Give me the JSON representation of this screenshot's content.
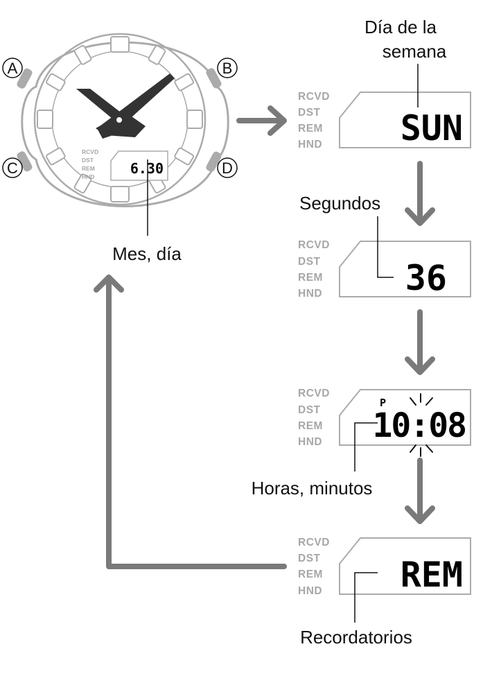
{
  "watch": {
    "buttons": [
      "A",
      "B",
      "C",
      "D"
    ],
    "indicators": [
      "RCVD",
      "DST",
      "REM",
      "HND"
    ],
    "display": "6.30",
    "label": "Mes, día"
  },
  "screens": [
    {
      "id": "day-of-week",
      "indicators": [
        "RCVD",
        "DST",
        "REM",
        "HND"
      ],
      "display": "SUN",
      "label_lines": [
        "Día de la",
        "semana"
      ]
    },
    {
      "id": "seconds",
      "indicators": [
        "RCVD",
        "DST",
        "REM",
        "HND"
      ],
      "display": "36",
      "label_lines": [
        "Segundos"
      ]
    },
    {
      "id": "hours-minutes",
      "indicators": [
        "RCVD",
        "DST",
        "REM",
        "HND"
      ],
      "pm_marker": "P",
      "display": "10:08",
      "label_lines": [
        "Horas, minutos"
      ]
    },
    {
      "id": "reminders",
      "indicators": [
        "RCVD",
        "DST",
        "REM",
        "HND"
      ],
      "display": "REM",
      "label_lines": [
        "Recordatorios"
      ]
    }
  ]
}
